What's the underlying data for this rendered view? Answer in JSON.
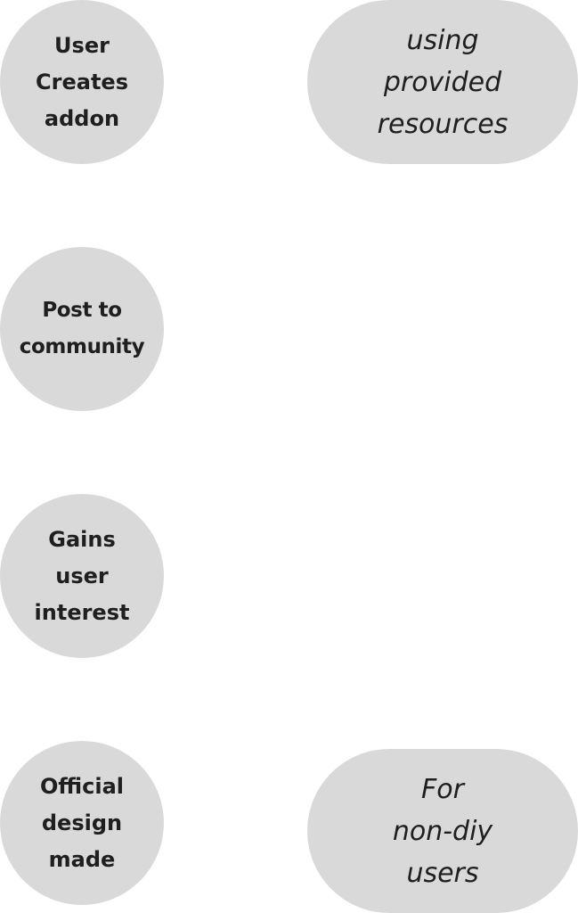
{
  "steps": [
    {
      "label": "User\nCreates\naddon"
    },
    {
      "label": "Post to\ncommunity"
    },
    {
      "label": "Gains\nuser\ninterest"
    },
    {
      "label": "Official\ndesign\nmade"
    }
  ],
  "notes": [
    {
      "label": "using\nprovided\nresources"
    },
    {
      "label": "For\nnon-diy\nusers"
    }
  ],
  "colors": {
    "node_fill": "#d9d9d9",
    "text": "#1f1f1f",
    "background": "#ffffff"
  }
}
